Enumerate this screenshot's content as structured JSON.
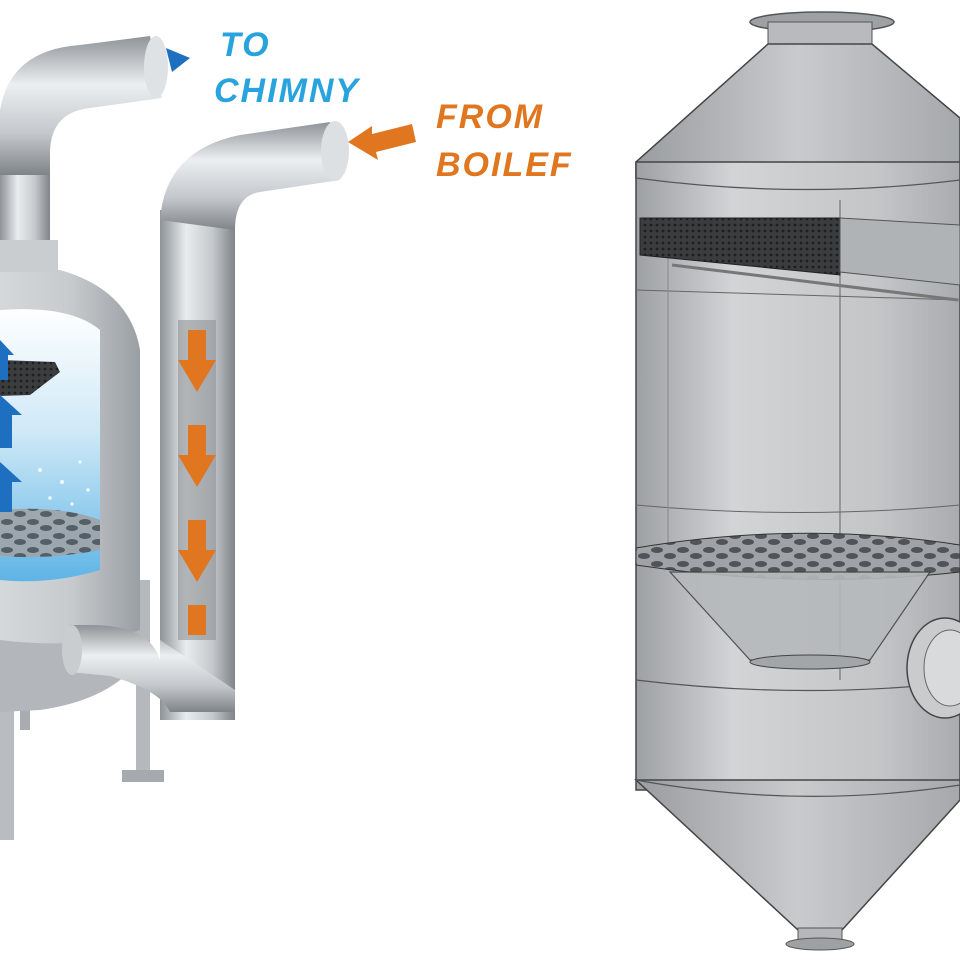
{
  "labels": {
    "to_chimney_line1": "TO",
    "to_chimney_line2": "CHIMNY",
    "from_boiler_line1": "FROM",
    "from_boiler_line2": "BOILEF"
  },
  "colors": {
    "outlet_flow": "#29a3dd",
    "inlet_flow": "#e0761f",
    "gas_rising_arrows": "#1f6fc0",
    "steel": "#bfc3c7"
  },
  "icons": {
    "outlet_arrow": "triangle-right-up-icon",
    "inlet_arrow": "arrow-left-icon",
    "down_flow_arrows": "arrow-down-icon",
    "up_flow_arrows": "arrow-up-icon"
  }
}
